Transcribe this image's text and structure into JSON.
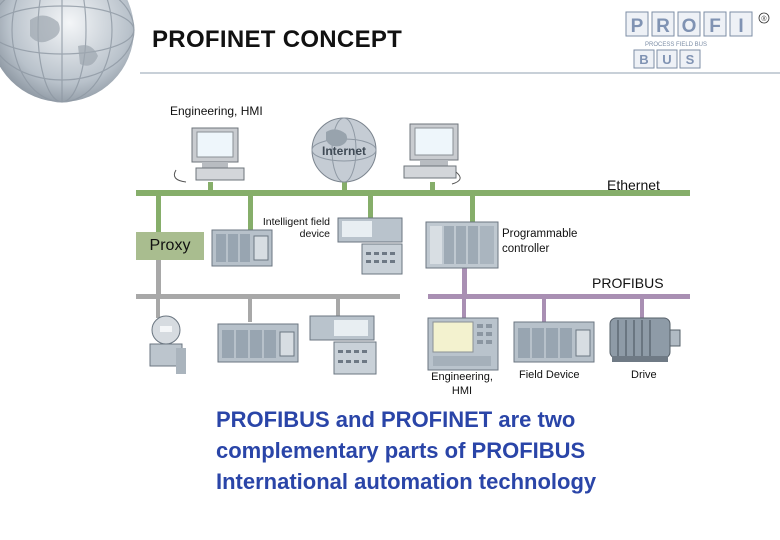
{
  "slide": {
    "title": "PROFINET CONCEPT",
    "logo": {
      "top_word": "PROFI",
      "subtitle": "PROCESS FIELD BUS",
      "bottom_word": "BUS",
      "registered_mark": "®"
    }
  },
  "diagram": {
    "top_label": "Engineering, HMI",
    "internet_label": "Internet",
    "ethernet_label": "Ethernet",
    "proxy_label": "Proxy",
    "intelligent_field_device_label": [
      "Intelligent field",
      "device"
    ],
    "programmable_controller_label": [
      "Programmable",
      "controller"
    ],
    "profibus_label": "PROFIBUS",
    "lower_labels": {
      "engineering_hmi": [
        "Engineering,",
        "HMI"
      ],
      "field_device": "Field Device",
      "drive": "Drive"
    },
    "colors": {
      "ethernet_bus": "#86ae6a",
      "profibus_bus": "#a98fb3",
      "left_bus": "#a8a8a8",
      "proxy_box": "#a9bd8f",
      "caption": "#2a45a8"
    }
  },
  "caption": {
    "lines": [
      "PROFIBUS and PROFINET are two",
      "complementary parts of PROFIBUS",
      "International automation technology"
    ]
  }
}
